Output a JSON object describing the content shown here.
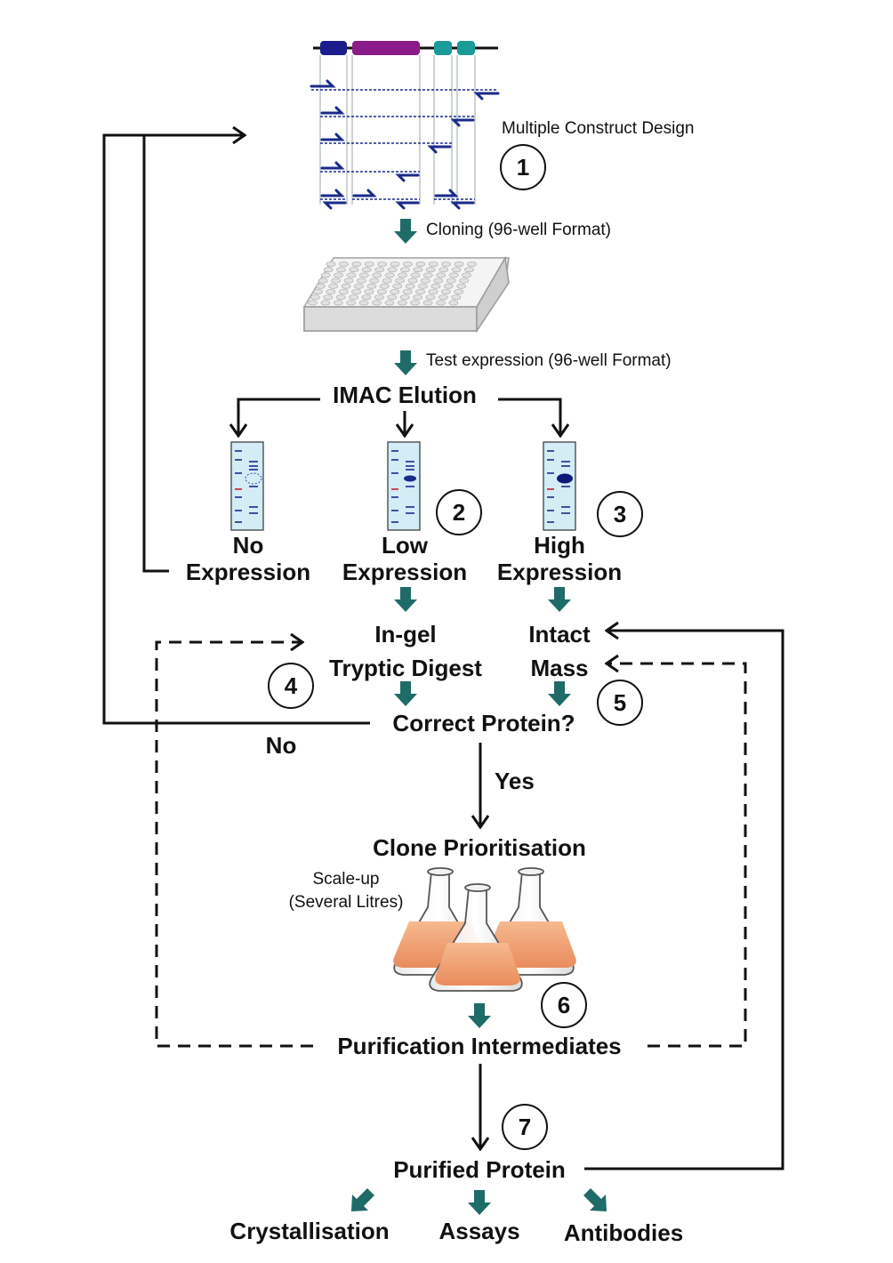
{
  "labels": {
    "multiple_construct_design": "Multiple Construct Design",
    "cloning": "Cloning (96-well Format)",
    "test_expression": "Test expression (96-well Format)",
    "imac_elution": "IMAC Elution",
    "no_expression_1": "No",
    "no_expression_2": "Expression",
    "low_expression_1": "Low",
    "low_expression_2": "Expression",
    "high_expression_1": "High",
    "high_expression_2": "Expression",
    "in_gel_1": "In-gel",
    "in_gel_2": "Tryptic Digest",
    "intact_1": "Intact",
    "intact_2": "Mass",
    "correct_protein": "Correct Protein?",
    "no": "No",
    "yes": "Yes",
    "clone_prioritisation": "Clone Prioritisation",
    "scale_up_1": "Scale-up",
    "scale_up_2": "(Several Litres)",
    "purification_intermediates": "Purification Intermediates",
    "purified_protein": "Purified Protein",
    "crystallisation": "Crystallisation",
    "assays": "Assays",
    "antibodies": "Antibodies"
  },
  "steps": [
    "1",
    "2",
    "3",
    "4",
    "5",
    "6",
    "7"
  ],
  "colors": {
    "line": "#111111",
    "teal_arrow": "#1f6b68",
    "domain_navy": "#1c1c8c",
    "domain_purple": "#8b1a8b",
    "domain_teal": "#1b9a9a",
    "primer": "#1a2a8c",
    "gel": "#d3ecf6",
    "flask_liquid": "#f0a070"
  },
  "icons": [
    "construct-design-diagram",
    "96-well-plate-icon",
    "sds-gel-icon",
    "erlenmeyer-flask-icon"
  ]
}
